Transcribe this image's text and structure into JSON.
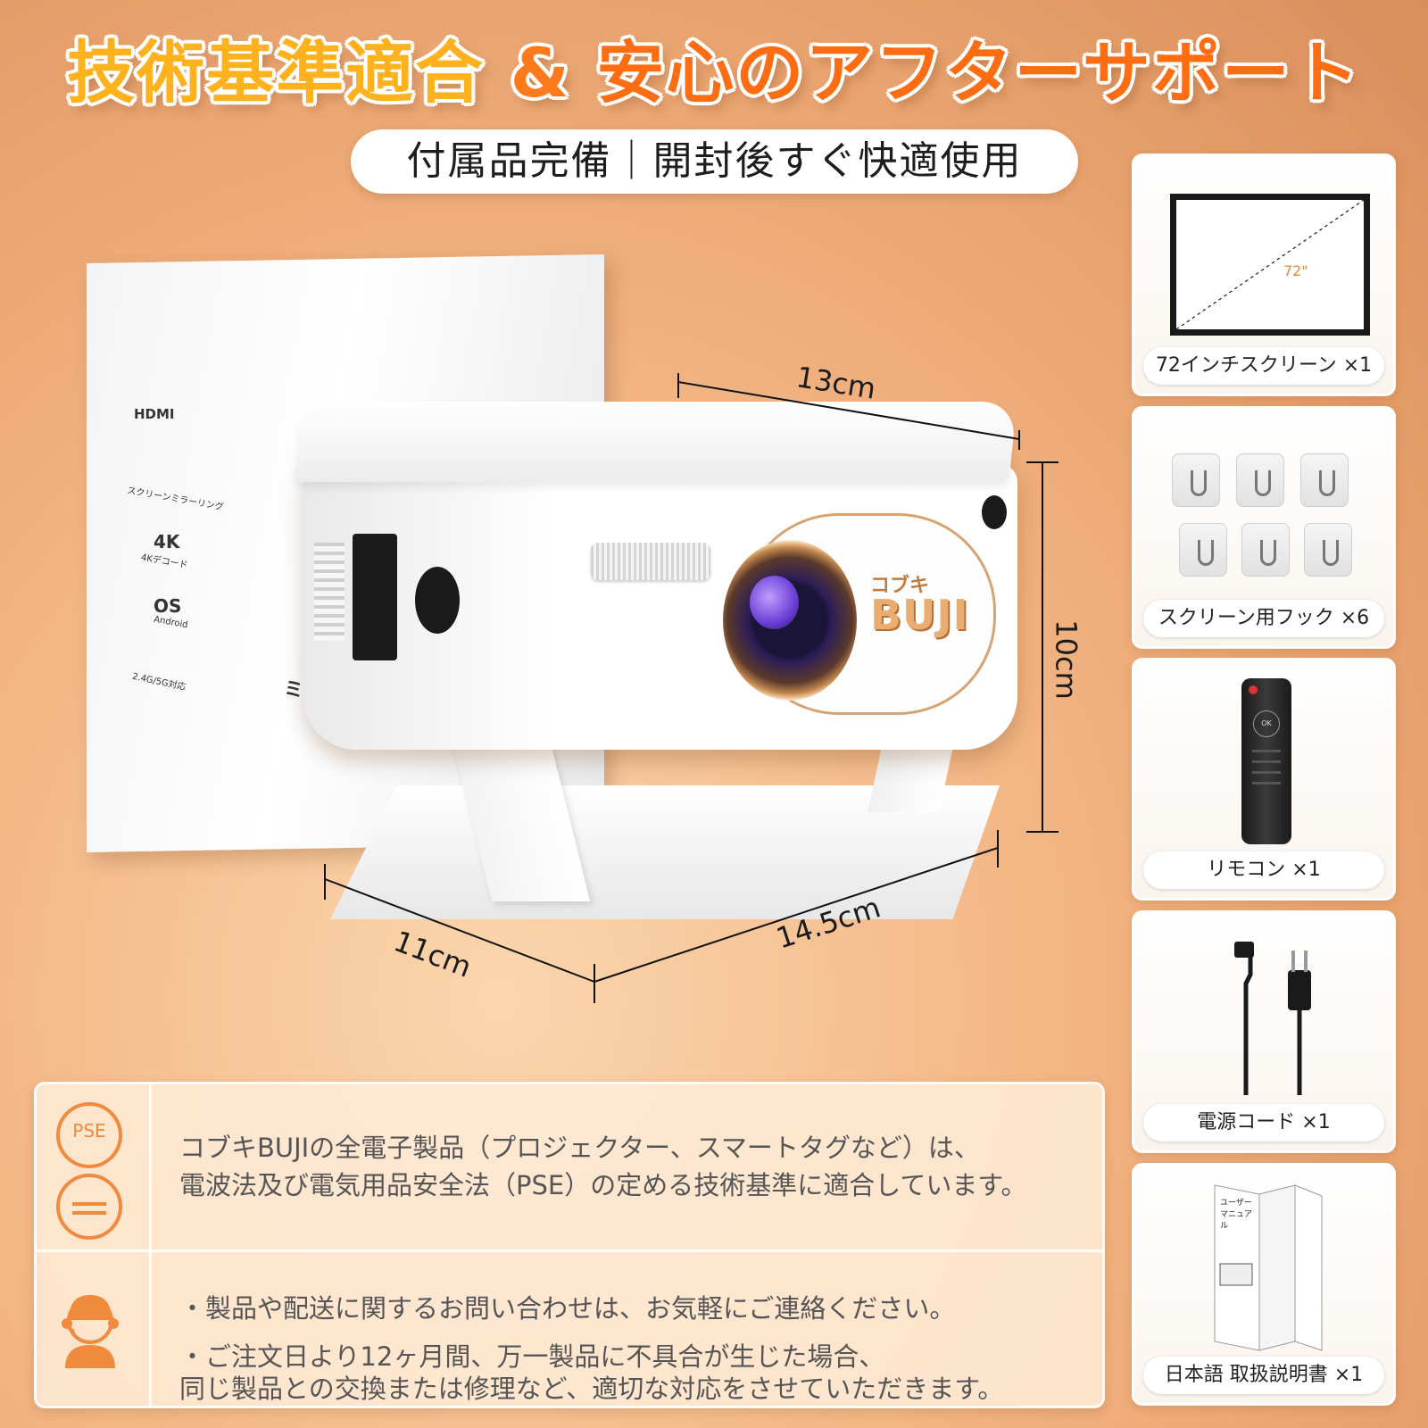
{
  "header": {
    "title_left": "技術基準適合",
    "title_amp": "&",
    "title_right": "安心のアフターサポート",
    "subtitle": "付属品完備｜開封後すぐ快適使用"
  },
  "product": {
    "brand_small": "コブキ",
    "brand": "BUJI",
    "box_labels": [
      "HDMI",
      "スクリーンミラーリング",
      "4K",
      "4Kデコード",
      "OS",
      "Android",
      "2.4G/5G対応",
      "ミニポー"
    ],
    "dimensions": {
      "top": "13cm",
      "height": "10cm",
      "depth": "11cm",
      "width": "14.5cm"
    }
  },
  "accessories": [
    {
      "label": "72インチスクリーン ×1",
      "icon": "screen-icon",
      "detail": "72\""
    },
    {
      "label": "スクリーン用フック ×6",
      "icon": "hook-icon"
    },
    {
      "label": "リモコン ×1",
      "icon": "remote-icon",
      "detail": "OK"
    },
    {
      "label": "電源コード ×1",
      "icon": "power-cord-icon"
    },
    {
      "label": "日本語 取扱説明書 ×1",
      "icon": "manual-icon",
      "detail": "ユーザーマニュアル"
    }
  ],
  "info": {
    "pse_badge": "PSE",
    "compliance_line1": "コブキBUJIの全電子製品（プロジェクター、スマートタグなど）は、",
    "compliance_line2": "電波法及び電気用品安全法（PSE）の定める技術基準に適合しています。",
    "support_line1": "・製品や配送に関するお問い合わせは、お気軽にご連絡ください。",
    "support_line2": "・ご注文日より12ヶ月間、万一製品に不具合が生じた場合、",
    "support_line3": "同じ製品との交換または修理など、適切な対応をさせていただきます。"
  },
  "colors": {
    "accent": "#f08a3d",
    "title_yellow": "#ffb21e",
    "title_orange": "#ff6d12"
  }
}
